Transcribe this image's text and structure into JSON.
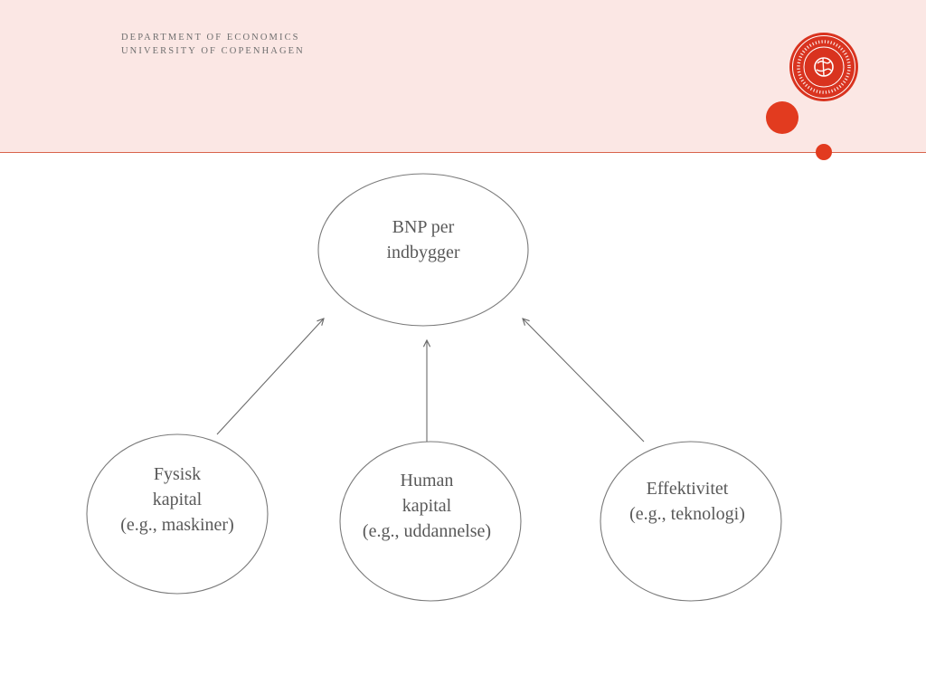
{
  "header": {
    "department": "DEPARTMENT OF ECONOMICS",
    "university": "UNIVERSITY OF COPENHAGEN",
    "seal_text": "SOCIALIS · SIGILLUM FACULTATIS · UNIVERSITATIS HAFNIENSIS",
    "accent_color": "#d9331f",
    "band_color": "#fbe7e4"
  },
  "diagram": {
    "top": {
      "lines": [
        "BNP per",
        "indbygger"
      ]
    },
    "nodes": [
      {
        "lines": [
          "Fysisk",
          "kapital",
          "(e.g., maskiner)"
        ]
      },
      {
        "lines": [
          "Human",
          "kapital",
          "(e.g., uddannelse)"
        ]
      },
      {
        "lines": [
          "Effektivitet",
          "(e.g., teknologi)"
        ]
      }
    ]
  }
}
